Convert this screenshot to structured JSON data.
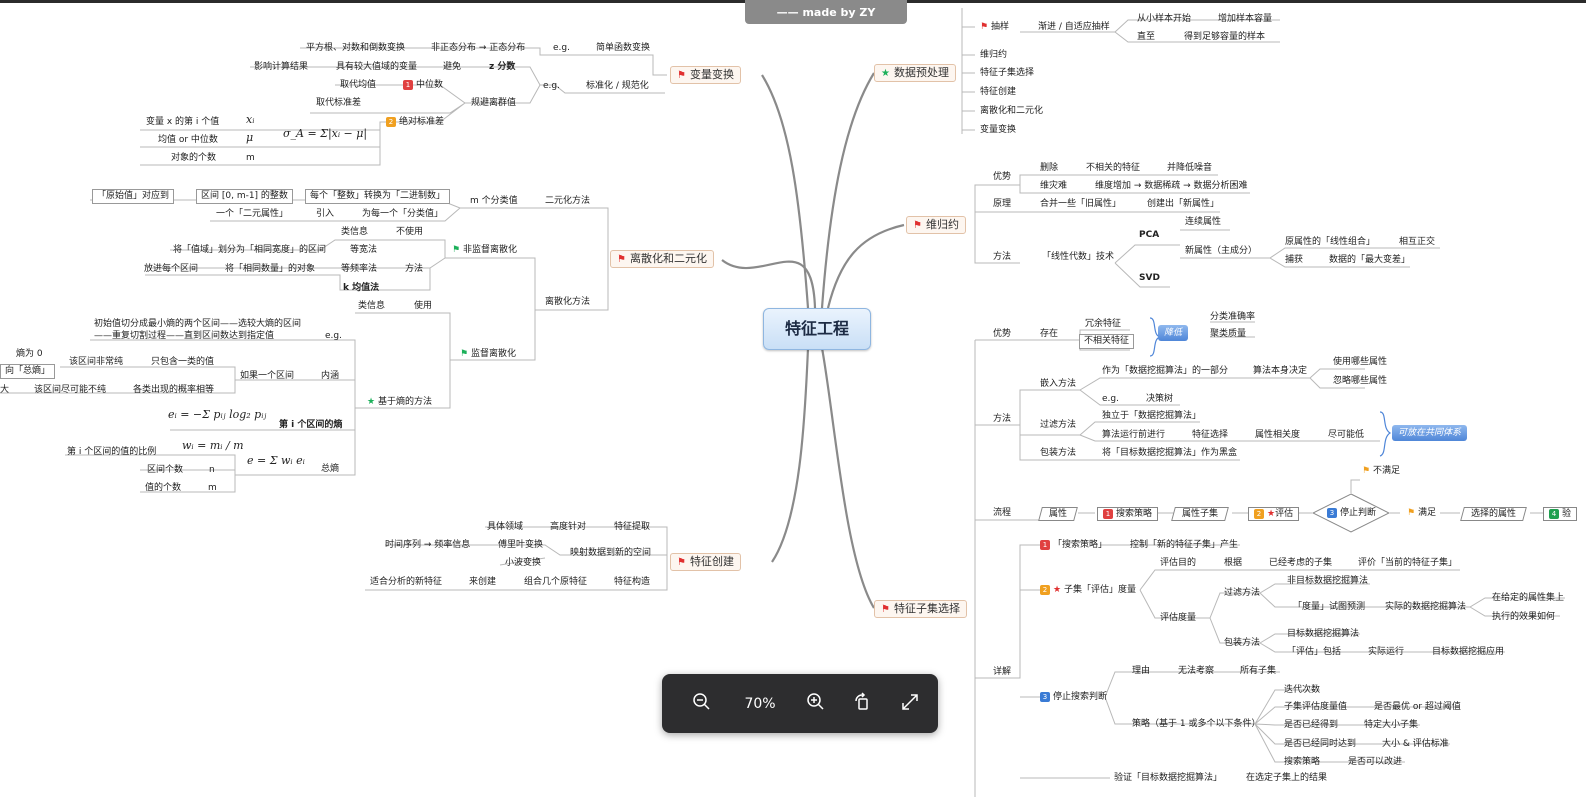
{
  "header": {
    "badge_text": "—— made by ZY"
  },
  "center": {
    "title": "特征工程"
  },
  "branches": {
    "data_pre": "数据预处理",
    "dimred": "维归约",
    "subset": "特征子集选择",
    "transform": "变量变换",
    "discrete": "离散化和二元化",
    "create": "特征创建"
  },
  "pre": {
    "sample": "抽样",
    "sample_way": "渐进 / 自适应抽样",
    "start_small": "从小样本开始",
    "add_size": "增加样本容量",
    "until": "直至",
    "enough": "得到足够容量的样本",
    "items": [
      "维归约",
      "特征子集选择",
      "特征创建",
      "离散化和二元化",
      "变量变换"
    ]
  },
  "dim": {
    "adv": "优势",
    "delete": "删除",
    "irrelevant": "不相关的特征",
    "noise": "并降低噪音",
    "curse": "维灾难",
    "curse_desc": "维度增加 → 数据稀疏 → 数据分析困难",
    "principle": "原理",
    "merge": "合并一些「旧属性」",
    "create_new": "创建出「新属性」",
    "method": "方法",
    "linear": "「线性代数」技术",
    "pca": "PCA",
    "svd": "SVD",
    "continuous": "连续属性",
    "new_attr": "新属性（主成分）",
    "linear_comb": "原属性的「线性组合」",
    "orth": "相互正交",
    "capture": "捕获",
    "max_var": "数据的「最大变差」"
  },
  "sub": {
    "adv": "优势",
    "exist": "存在",
    "redundant": "冗余特征",
    "irrel": "不相关特征",
    "reduce": "降低",
    "cls_acc": "分类准确率",
    "cluster_q": "聚类质量",
    "method": "方法",
    "embed": "嵌入方法",
    "embed_part": "作为「数据挖掘算法」的一部分",
    "algo_decide": "算法本身决定",
    "use_attr": "使用哪些属性",
    "ignore_attr": "忽略哪些属性",
    "eg": "e.g.",
    "tree": "决策树",
    "filter": "过滤方法",
    "indep": "独立于「数据挖掘算法」",
    "before": "算法运行前进行",
    "select": "特征选择",
    "corr": "属性相关度",
    "low": "尽可能低",
    "frame": "可放在共同体系",
    "wrap": "包装方法",
    "wrap_desc": "将「目标数据挖掘算法」作为黑盒",
    "flow": "流程",
    "attr": "属性",
    "s_search": "搜索策略",
    "attr_subset": "属性子集",
    "s_eval": "评估",
    "s_stop": "停止判断",
    "unsat": "不满足",
    "sat": "满足",
    "chosen": "选择的属性",
    "s_verify": "验",
    "detail": "详解",
    "d1": "「搜索策略」",
    "d1_desc": "控制「新的特征子集」产生",
    "d2": "子集「评估」度量",
    "eval_goal": "评估目的",
    "by": "根据",
    "considered": "已经考虑的子集",
    "eval_cur": "评价「当前的特征子集」",
    "eval_measure": "评估度量",
    "filter2": "过滤方法",
    "non_target": "非目标数据挖掘算法",
    "measure_predict": "「度量」试图预测",
    "actual_algo": "实际的数据挖掘算法",
    "on_attr": "在给定的属性集上",
    "effect": "执行的效果如何",
    "wrap2": "包装方法",
    "target_algo": "目标数据挖掘算法",
    "eval_include": "「评估」包括",
    "actual_run": "实际运行",
    "target_app": "目标数据挖掘应用",
    "d3": "停止搜索判断",
    "reason": "理由",
    "cannot": "无法考察",
    "all_subsets": "所有子集",
    "strategy": "策略（基于 1 或多个以下条件）",
    "iter": "迭代次数",
    "eval_value": "子集评估度量值",
    "optimal": "是否最优 or 超过阈值",
    "obtained": "是否已经得到",
    "size_subset": "特定大小子集",
    "both": "是否已经同时达到",
    "size_eval": "大小 & 评估标准",
    "search_strategy": "搜索策略",
    "improve": "是否可以改进",
    "verify": "验证「目标数据挖掘算法」",
    "result": "在选定子集上的结果"
  },
  "trans": {
    "sqrt_log": "平方根、对数和倒数变换",
    "nonnormal": "非正态分布 → 正态分布",
    "eg1": "e.g.",
    "simple": "简单函数变换",
    "affect": "影响计算结果",
    "large_range": "具有较大值域的变量",
    "avoid": "避免",
    "z": "z 分数",
    "eg2": "e.g.",
    "standard": "标准化 / 规范化",
    "replace_mean": "取代均值",
    "median": "中位数",
    "avoid_outlier": "规避离群值",
    "replace_std": "取代标准差",
    "abs_std": "绝对标准差",
    "var_x": "变量 x 的第 i 个值",
    "mean_or_median": "均值 or 中位数",
    "count": "对象的个数",
    "xi": "xᵢ",
    "mu": "μ",
    "m": "m",
    "formula": "σ_A = Σ|xᵢ − μ|"
  },
  "disc": {
    "orig_map": "「原始值」对应到",
    "interval": "区间 [0, m-1] 的整数",
    "each_int": "每个「整数」转换为「二进制数」",
    "one_bin": "一个「二元属性」",
    "introduce": "引入",
    "for_each": "为每一个「分类值」",
    "m_class": "m 个分类值",
    "binary": "二元化方法",
    "class_info": "类信息",
    "not_use": "不使用",
    "unsupervised": "非监督离散化",
    "equal_width_desc": "将「值域」划分为「相同宽度」的区间",
    "equal_width": "等宽法",
    "place_each": "放进每个区间",
    "same_count": "将「相同数量」的对象",
    "equal_freq": "等频率法",
    "method": "方法",
    "kmeans": "k 均值法",
    "discretize": "离散化方法",
    "class_info2": "类信息",
    "use": "使用",
    "supervised": "监督离散化",
    "split1": "初始值切分成最小熵的两个区间——选较大熵的区间",
    "split2": "——重复切割过程——直到区间数达到指定值",
    "eg": "e.g.",
    "zero": "熵为 0",
    "total": "向「总熵」",
    "very_pure": "该区间非常纯",
    "only_one": "只包含一类的值",
    "if_one": "如果一个区间",
    "inner": "内涵",
    "big": "大",
    "impure": "该区间尽可能不纯",
    "equal_prob": "各类出现的概率相等",
    "entropy_based": "基于熵的方法",
    "ei": "eᵢ = −Σ pᵢⱼ log₂ pᵢⱼ",
    "ith_entropy": "第 i 个区间的熵",
    "ratio": "第 i 个区间的值的比例",
    "wi": "wᵢ = mᵢ / m",
    "interval_count": "区间个数",
    "n": "n",
    "e": "e = Σ wᵢ eᵢ",
    "total_entropy": "总熵",
    "value_count": "值的个数",
    "m2": "m"
  },
  "create": {
    "domain": "具体领域",
    "targeted": "高度针对",
    "extract": "特征提取",
    "time_freq": "时间序列 → 频率信息",
    "fourier": "傅里叶变换",
    "map_new": "映射数据到新的空间",
    "wavelet": "小波变换",
    "suitable": "适合分析的新特征",
    "to_create": "来创建",
    "combine": "组合几个原特征",
    "construct": "特征构造"
  },
  "zoom": {
    "value": "70%"
  },
  "colors": {
    "flag": "#e03030",
    "star": "#1cb05a",
    "center_border": "#8fb6e0",
    "toolbar_bg": "#2d2d2f"
  }
}
